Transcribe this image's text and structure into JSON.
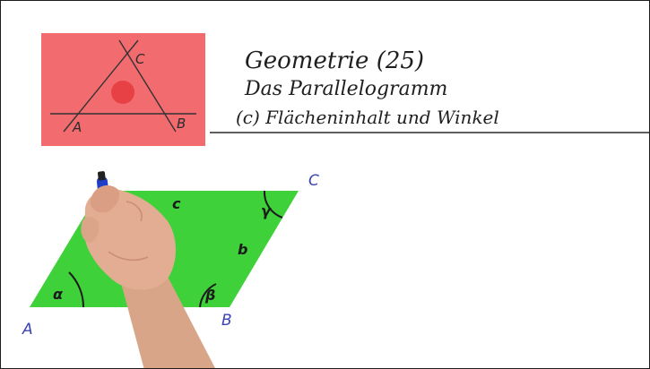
{
  "header": {
    "line1": "Geometrie (25)",
    "line2": "Das Parallelogramm",
    "line3": "(c) Flächeninhalt und Winkel"
  },
  "thumbnail": {
    "labels": {
      "a": "A",
      "b": "B",
      "c": "C"
    },
    "background_color": "#f26b6f",
    "dot_color": "#e5393f"
  },
  "parallelogram": {
    "fill_color": "#3fd13a",
    "vertices": {
      "a": "A",
      "b": "B",
      "c": "C"
    },
    "sides": {
      "b": "b",
      "c": "c"
    },
    "angles": {
      "alpha": "α",
      "beta": "β",
      "gamma": "γ"
    }
  },
  "marker": {
    "color": "#1f3fc8"
  }
}
